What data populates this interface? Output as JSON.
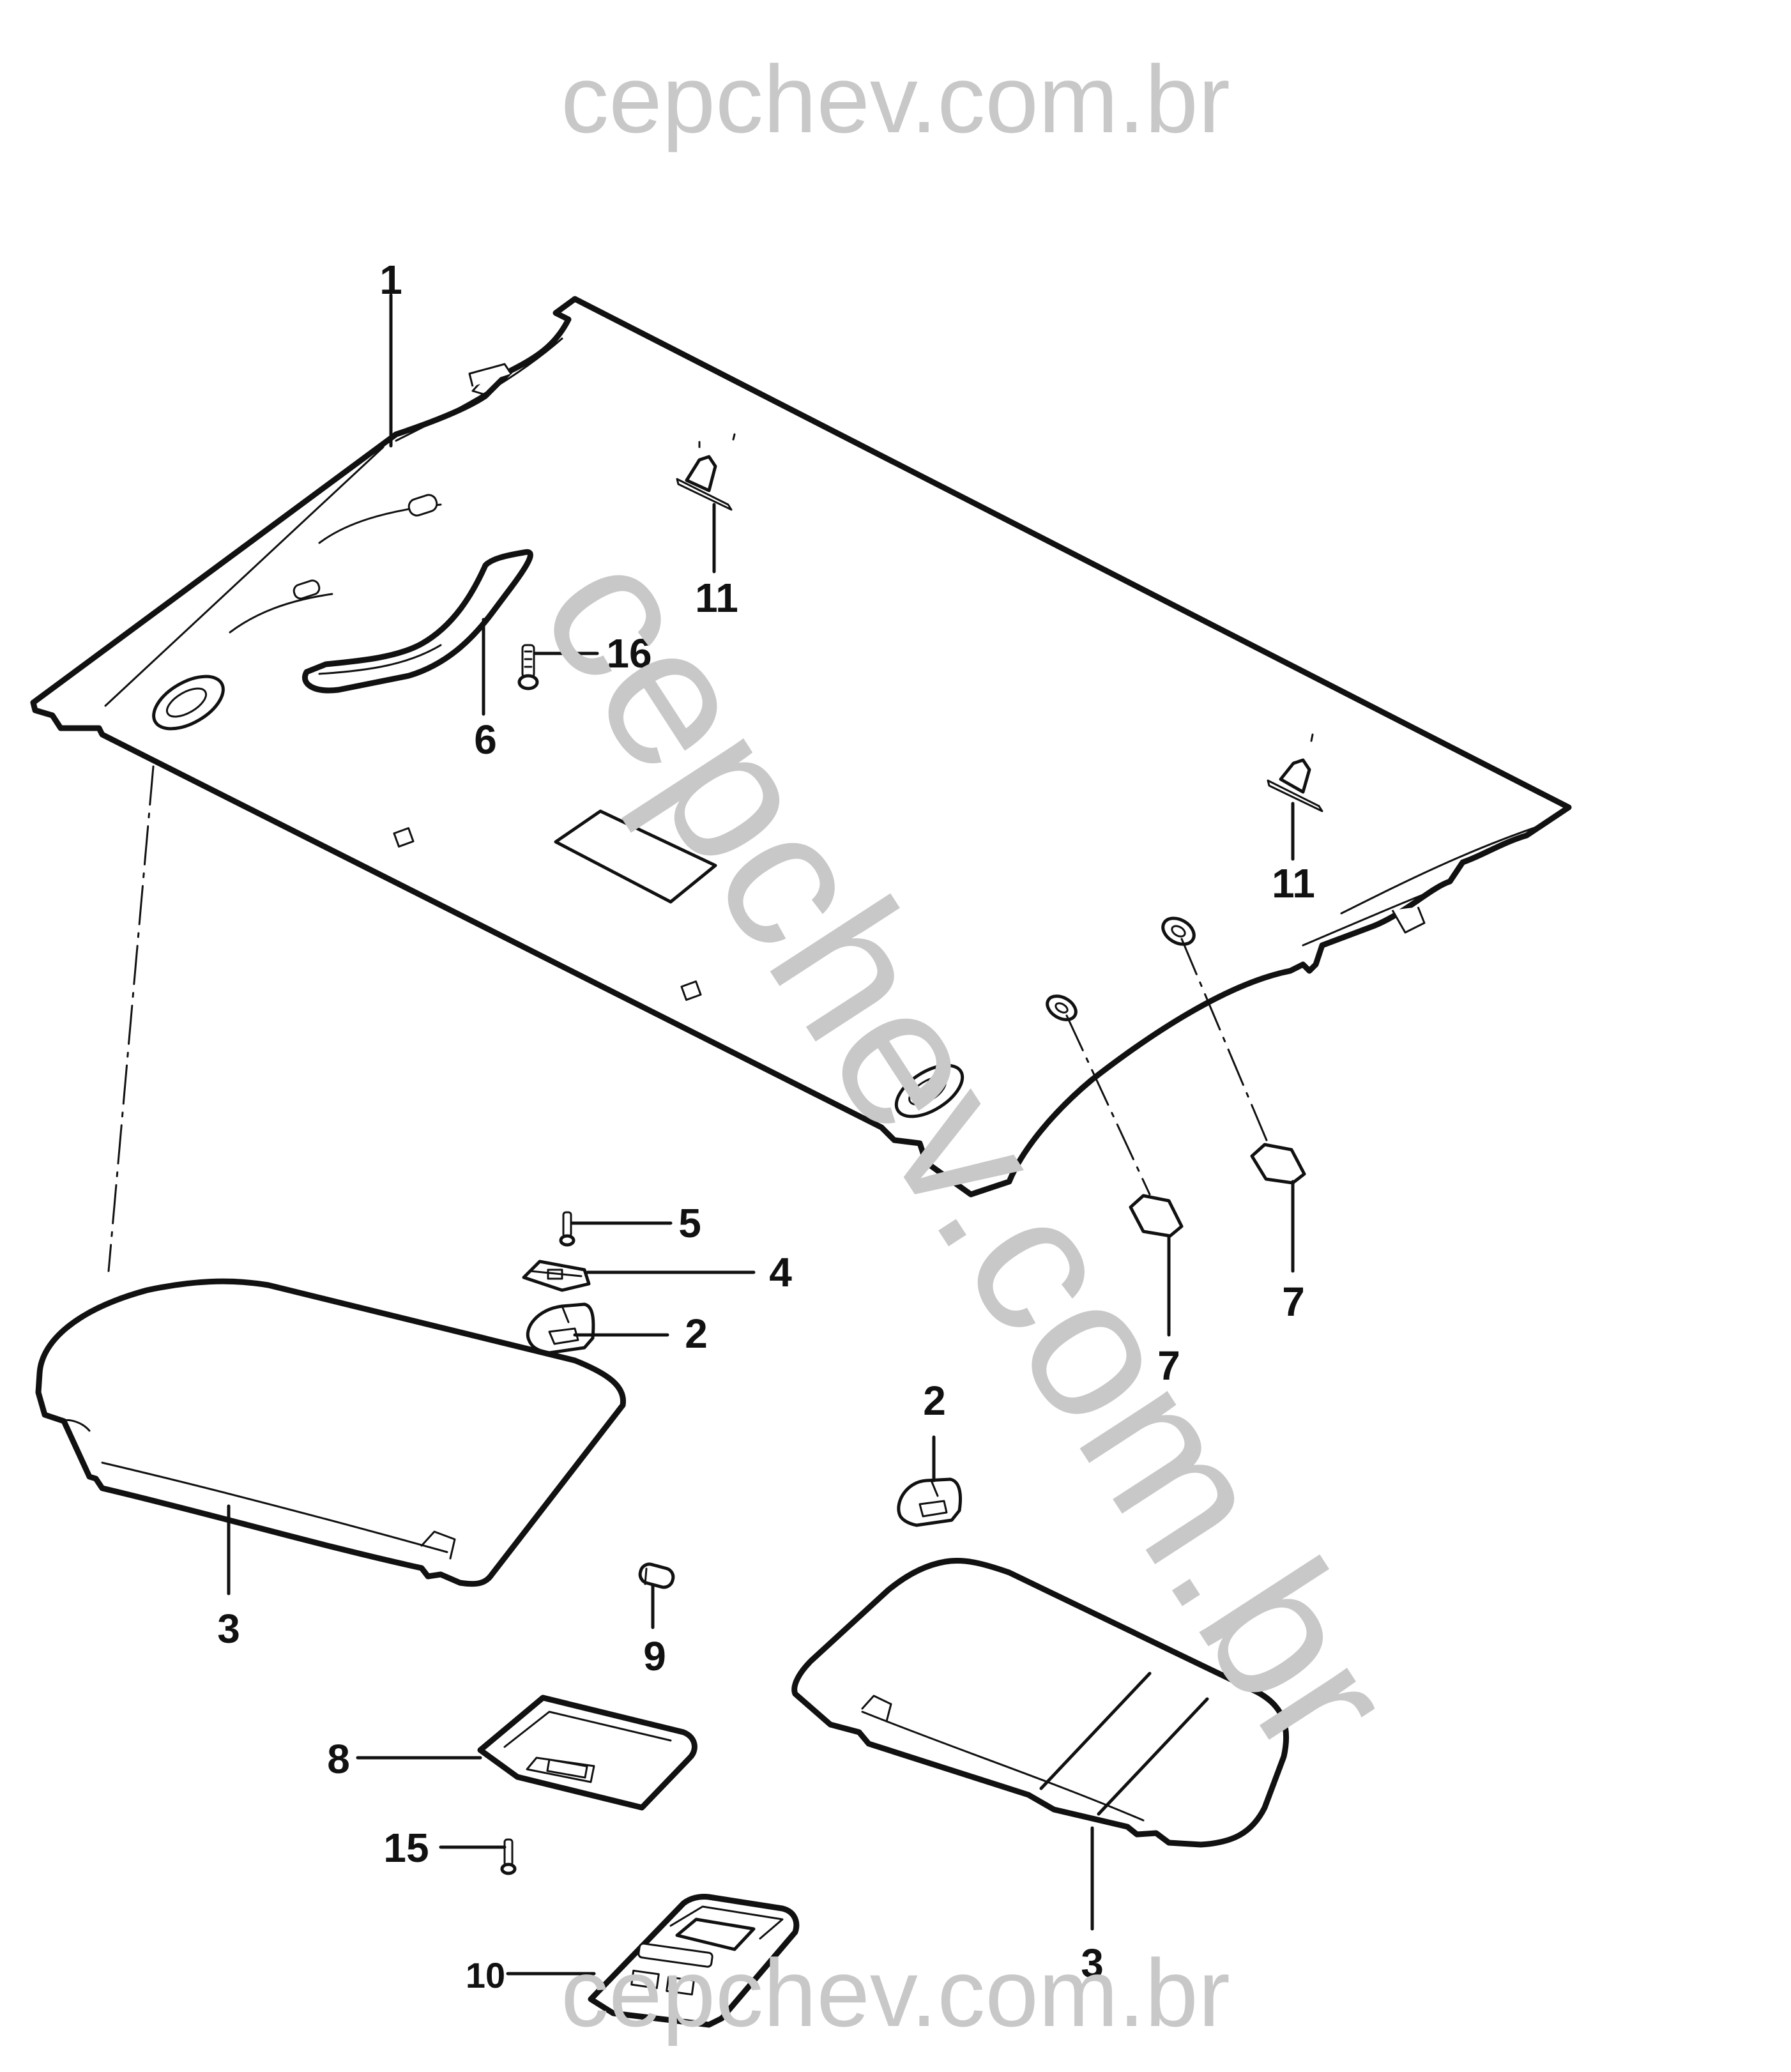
{
  "watermarks": {
    "top": "cepchev.com.br",
    "diagonal": "cepchev.com.br",
    "bottom": "cepchev.com.br"
  },
  "callouts": {
    "c1": "1",
    "c11a": "11",
    "c16": "16",
    "c6": "6",
    "c11b": "11",
    "c5": "5",
    "c4": "4",
    "c2a": "2",
    "c7a": "7",
    "c7b": "7",
    "c2b": "2",
    "c3a": "3",
    "c9": "9",
    "c8": "8",
    "c15": "15",
    "c3b": "3",
    "c10": "10"
  },
  "colors": {
    "line": "#111111",
    "watermark": "#c8c8c8",
    "background": "#ffffff"
  }
}
